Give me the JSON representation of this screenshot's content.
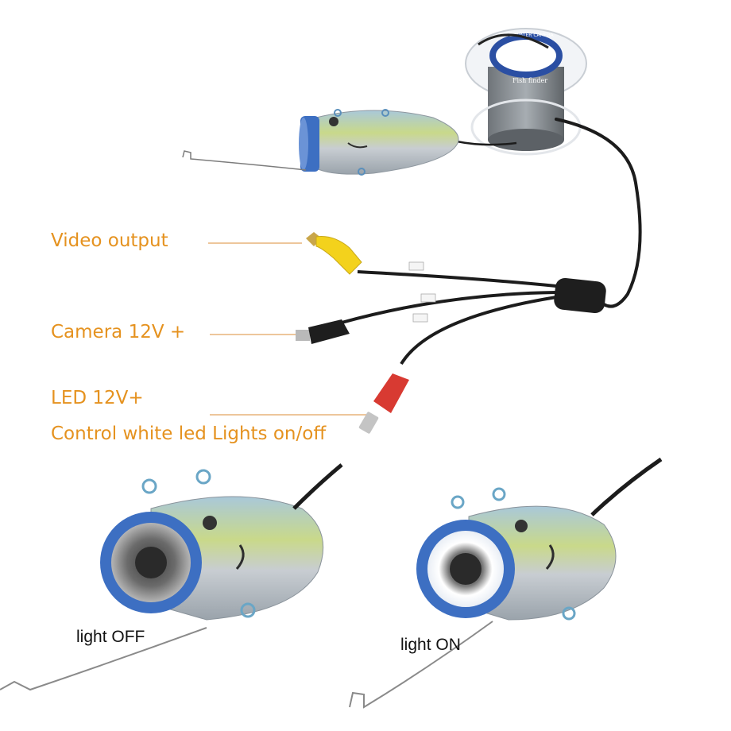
{
  "labels": {
    "video_output": "Video output",
    "camera_power": "Camera 12V +",
    "led_power": "LED 12V+",
    "led_control": "Control white led Lights on/off"
  },
  "captions": {
    "light_off": "light OFF",
    "light_on": "light ON"
  },
  "reel": {
    "label_top": "UNDERWATER CAMERA",
    "label_center": "Fish finder"
  },
  "colors": {
    "label_orange": "#e5921f",
    "leader_line": "#e7b37a",
    "camera_ring": "#3d6fc2",
    "connector_yellow": "#f3d21c",
    "connector_red": "#d83a32"
  },
  "icons": [
    "reel-icon",
    "fish-camera-icon",
    "rca-connector-icon",
    "dc-plug-icon"
  ]
}
